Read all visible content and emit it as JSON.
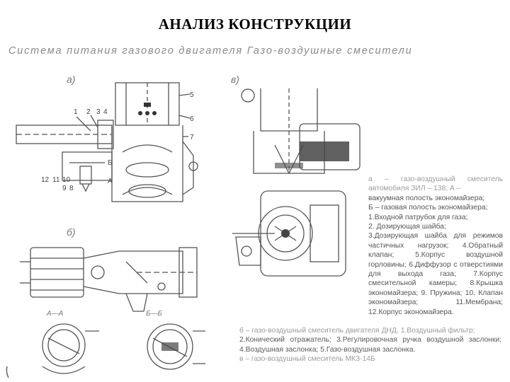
{
  "title": "АНАЛИЗ КОНСТРУКЦИИ",
  "scan_header": "Система питания газового двигателя  Газо-воздушные смесители",
  "panels": {
    "a": "а)",
    "v": "в)",
    "b": "б)"
  },
  "callouts_a": [
    "1",
    "2",
    "3",
    "4",
    "5",
    "6",
    "7",
    "Б",
    "А",
    "12",
    "11",
    "10",
    "9",
    "8"
  ],
  "section_labels": [
    "А—А",
    "Б—Б"
  ],
  "legend": [
    {
      "text": "а – газо-воздушный смеситель автомобиля ЗИЛ – 138; А –",
      "faded": true
    },
    {
      "text": "вакуумная полость экономайзера;",
      "faded": false
    },
    {
      "text": "Б – газовая полость экономайзера;",
      "faded": false
    },
    {
      "text": "1.Входной патрубок для газа;",
      "faded": false
    },
    {
      "text": "2. Дозирующая шайба;",
      "faded": false
    },
    {
      "text": "3.Дозирующая шайба для режимов частичных нагрузок; 4.Обратный клапан; 5.Корпус воздушной горловины; 6.Диффузор с отверстиями для выхода газа; 7.Корпус смесительной камеры; 8.Крышка экономайзера; 9. Пружина; 10. Клапан экономайзера; 11.Мембрана; 12.Корпус экономайзера.",
      "faded": false
    }
  ],
  "caption": [
    {
      "text": "б – газо-воздушный смеситель двигателя ДНД. 1.Воздушный фильтр;",
      "faded": true
    },
    {
      "text": "2.Конический отражатель; 3.Регулировочная ручка воздушной заслонки; 4.Воздушная заслонка; 5.Газо-воздушная заслонка.",
      "faded": false
    },
    {
      "text": "в – газо-воздушный смеситель МКЗ-14Б",
      "faded": true
    }
  ]
}
